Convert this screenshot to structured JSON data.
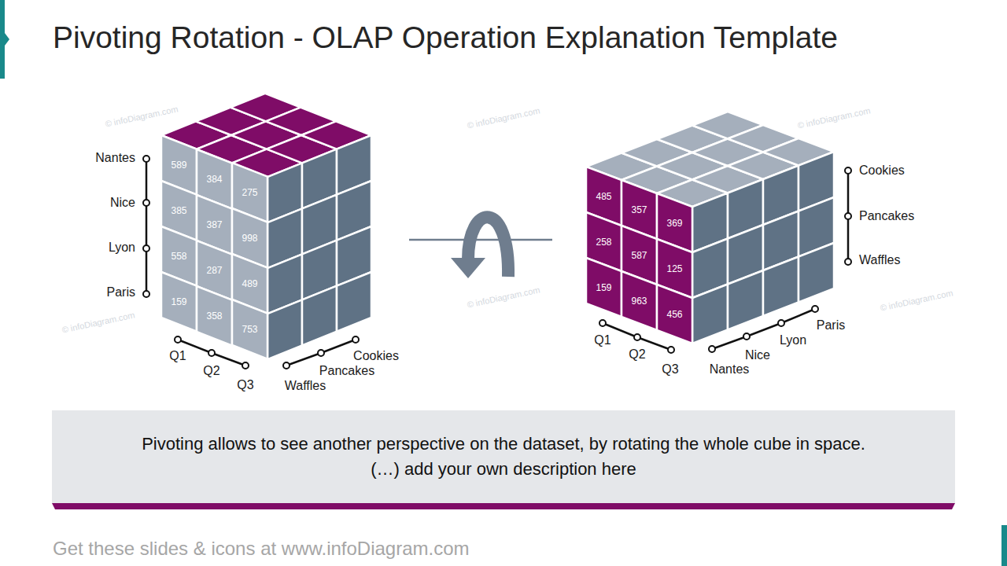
{
  "diagram": {
    "title": "Pivoting Rotation - OLAP Operation Explanation Template",
    "nodes": [
      {
        "text": [
          "589"
        ]
      },
      {
        "text": [
          "384"
        ]
      },
      {
        "text": [
          "275"
        ]
      },
      {
        "text": [
          "385"
        ]
      },
      {
        "text": [
          "387"
        ]
      },
      {
        "text": [
          "998"
        ]
      },
      {
        "text": [
          "558"
        ]
      },
      {
        "text": [
          "287"
        ]
      },
      {
        "text": [
          "489"
        ]
      },
      {
        "text": [
          "159"
        ]
      },
      {
        "text": [
          "358"
        ]
      },
      {
        "text": [
          "753"
        ]
      },
      {
        "text": [
          "485"
        ]
      },
      {
        "text": [
          "357"
        ]
      },
      {
        "text": [
          "369"
        ]
      },
      {
        "text": [
          "258"
        ]
      },
      {
        "text": [
          "587"
        ]
      },
      {
        "text": [
          "125"
        ]
      },
      {
        "text": [
          "159"
        ]
      },
      {
        "text": [
          "963"
        ]
      },
      {
        "text": [
          "456"
        ]
      },
      {
        "text": [
          "Pivoting allows to see another perspective on the dataset, by rotating the whole cube in space.",
          "(…) add your own description here"
        ]
      }
    ],
    "labels": [
      "Nantes",
      "Nice",
      "Lyon",
      "Paris",
      "Q1",
      "Q2",
      "Q3",
      "Cookies",
      "Pancakes",
      "Waffles",
      "Cookies",
      "Pancakes",
      "Waffles",
      "Q1",
      "Q2",
      "Q3",
      "Nantes",
      "Nice",
      "Lyon",
      "Paris",
      "© infoDiagram.com",
      "© infoDiagram.com",
      "© infoDiagram.com",
      "© infoDiagram.com",
      "© infoDiagram.com",
      "© infoDiagram.com",
      "Get these slides & icons at www.infoDiagram.com"
    ]
  }
}
